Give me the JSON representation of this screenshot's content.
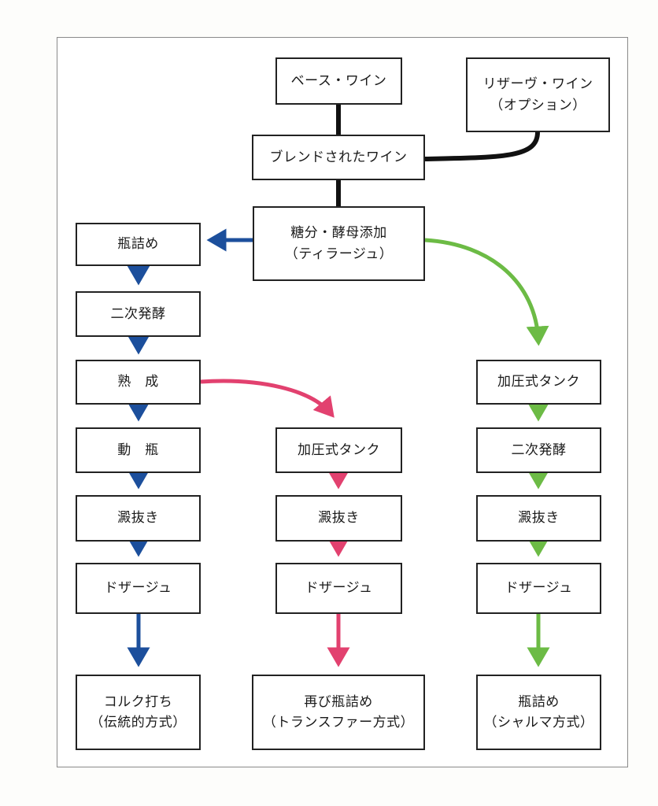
{
  "colors": {
    "blue": "#1c4f9c",
    "pink": "#e2416f",
    "green": "#6cbb45",
    "black": "#111111"
  },
  "nodes": {
    "base_wine": "ベース・ワイン",
    "reserve_wine": {
      "line1": "リザーヴ・ワイン",
      "line2": "（オプション）"
    },
    "blended_wine": "ブレンドされたワイン",
    "tirage": {
      "line1": "糖分・酵母添加",
      "line2": "（ティラージュ）"
    },
    "traditional": {
      "bottling": "瓶詰め",
      "secondary_fermentation": "二次発酵",
      "aging": "熟　成",
      "riddling": "動　瓶",
      "disgorging": "澱抜き",
      "dosage": "ドザージュ",
      "final": {
        "line1": "コルク打ち",
        "line2": "（伝統的方式）"
      }
    },
    "transfer": {
      "tank": "加圧式タンク",
      "disgorging": "澱抜き",
      "dosage": "ドザージュ",
      "final": {
        "line1": "再び瓶詰め",
        "line2": "（トランスファー方式）"
      }
    },
    "charmat": {
      "tank": "加圧式タンク",
      "secondary_fermentation": "二次発酵",
      "disgorging": "澱抜き",
      "dosage": "ドザージュ",
      "final": {
        "line1": "瓶詰め",
        "line2": "（シャルマ方式）"
      }
    }
  }
}
